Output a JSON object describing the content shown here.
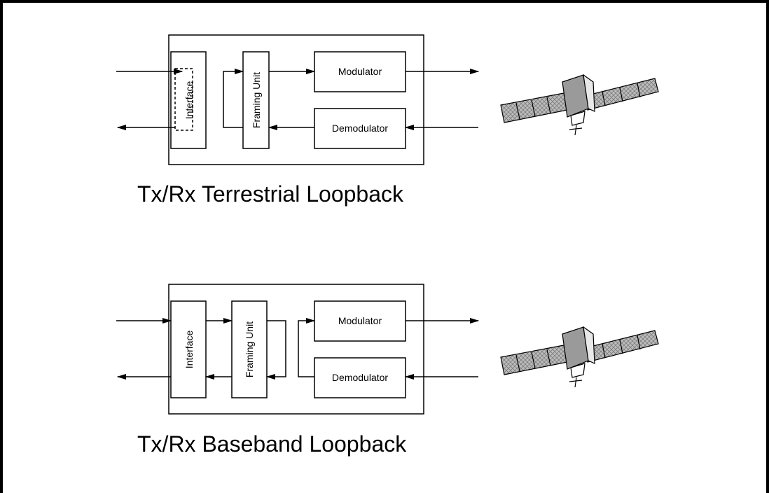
{
  "diagrams": [
    {
      "caption": "Tx/Rx Terrestrial Loopback",
      "blocks": {
        "interface": "Interface",
        "framing_unit": "Framing Unit",
        "modulator": "Modulator",
        "demodulator": "Demodulator"
      }
    },
    {
      "caption": "Tx/Rx Baseband Loopback",
      "blocks": {
        "interface": "Interface",
        "framing_unit": "Framing Unit",
        "modulator": "Modulator",
        "demodulator": "Demodulator"
      }
    }
  ],
  "icons": [
    "satellite-icon",
    "satellite-icon"
  ]
}
